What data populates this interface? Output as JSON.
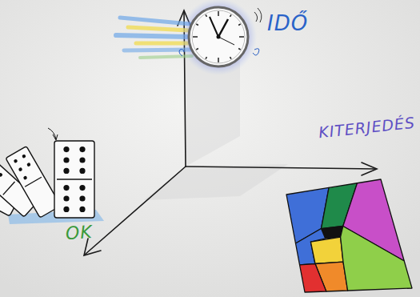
{
  "diagram": {
    "labels": [
      "IDŐ",
      "KITERJEDÉS",
      "OK"
    ]
  }
}
